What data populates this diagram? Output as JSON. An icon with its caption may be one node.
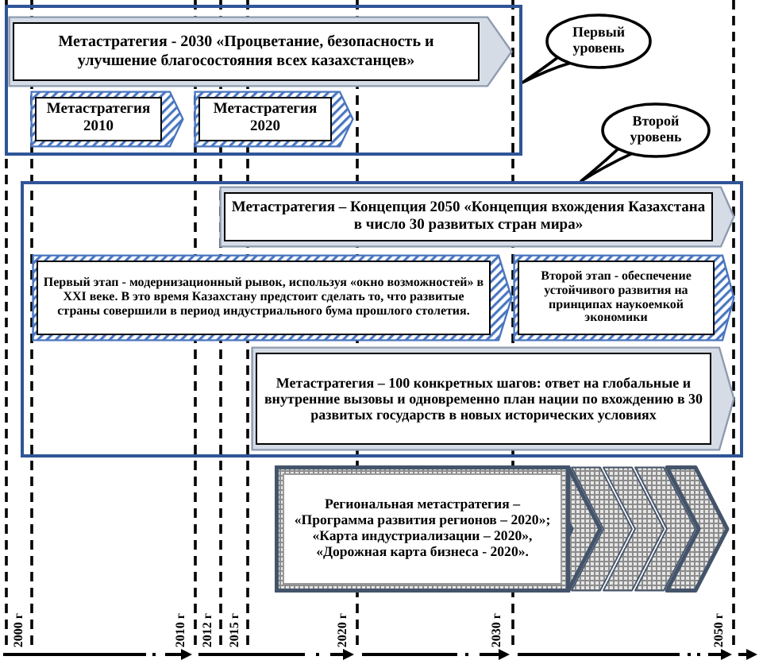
{
  "diagram": {
    "nodes": [
      {
        "text": [],
        "shape": "box"
      },
      {
        "text": [
          "Метастратегия - 2030 «Процветание, безопасность и улучшение благосостояния всех казахстанцев»"
        ],
        "in": 0
      },
      {
        "text": [
          "Метастратегия 2010"
        ],
        "in": 0
      },
      {
        "text": [
          "Метастратегия 2020"
        ],
        "in": 0
      },
      {
        "text": [
          "Первый уровень"
        ]
      },
      {
        "text": [
          "Второй уровень"
        ]
      },
      {
        "text": [],
        "shape": "box"
      },
      {
        "text": [
          "Метастратегия – Концепция 2050 «Концепция вхождения Казахстана в число 30 развитых стран мира»"
        ],
        "in": 6
      },
      {
        "text": [
          "Первый этап - модернизационный рывок, используя «окно возможностей» в XXI веке. В это время Казахстану предстоит сделать то, что развитые страны совершили в период индустриального бума прошлого столетия."
        ],
        "in": 6
      },
      {
        "text": [
          "Второй этап - обеспечение устойчивого развития на принципах наукоемкой экономики"
        ],
        "in": 6
      },
      {
        "text": [
          "Метастратегия – 100 конкретных шагов: ответ на глобальные и внутренние вызовы и одновременно план нации по вхождению в 30 развитых государств в новых исторических условиях"
        ],
        "in": 6
      },
      {
        "text": [
          "Региональная метастратегия – «Программа развития регионов – 2020»; «Карта индустриализации – 2020», «Дорожная карта бизнеса - 2020»."
        ]
      }
    ],
    "edges": [
      {
        "from": 4,
        "to": 0,
        "arrow": "none"
      },
      {
        "from": 5,
        "to": 6,
        "arrow": "none"
      }
    ],
    "labels": [
      "2000 г",
      "2010 г",
      "2012 г",
      "2015 г",
      "2020 г",
      "2030 г",
      "2050 г"
    ]
  }
}
